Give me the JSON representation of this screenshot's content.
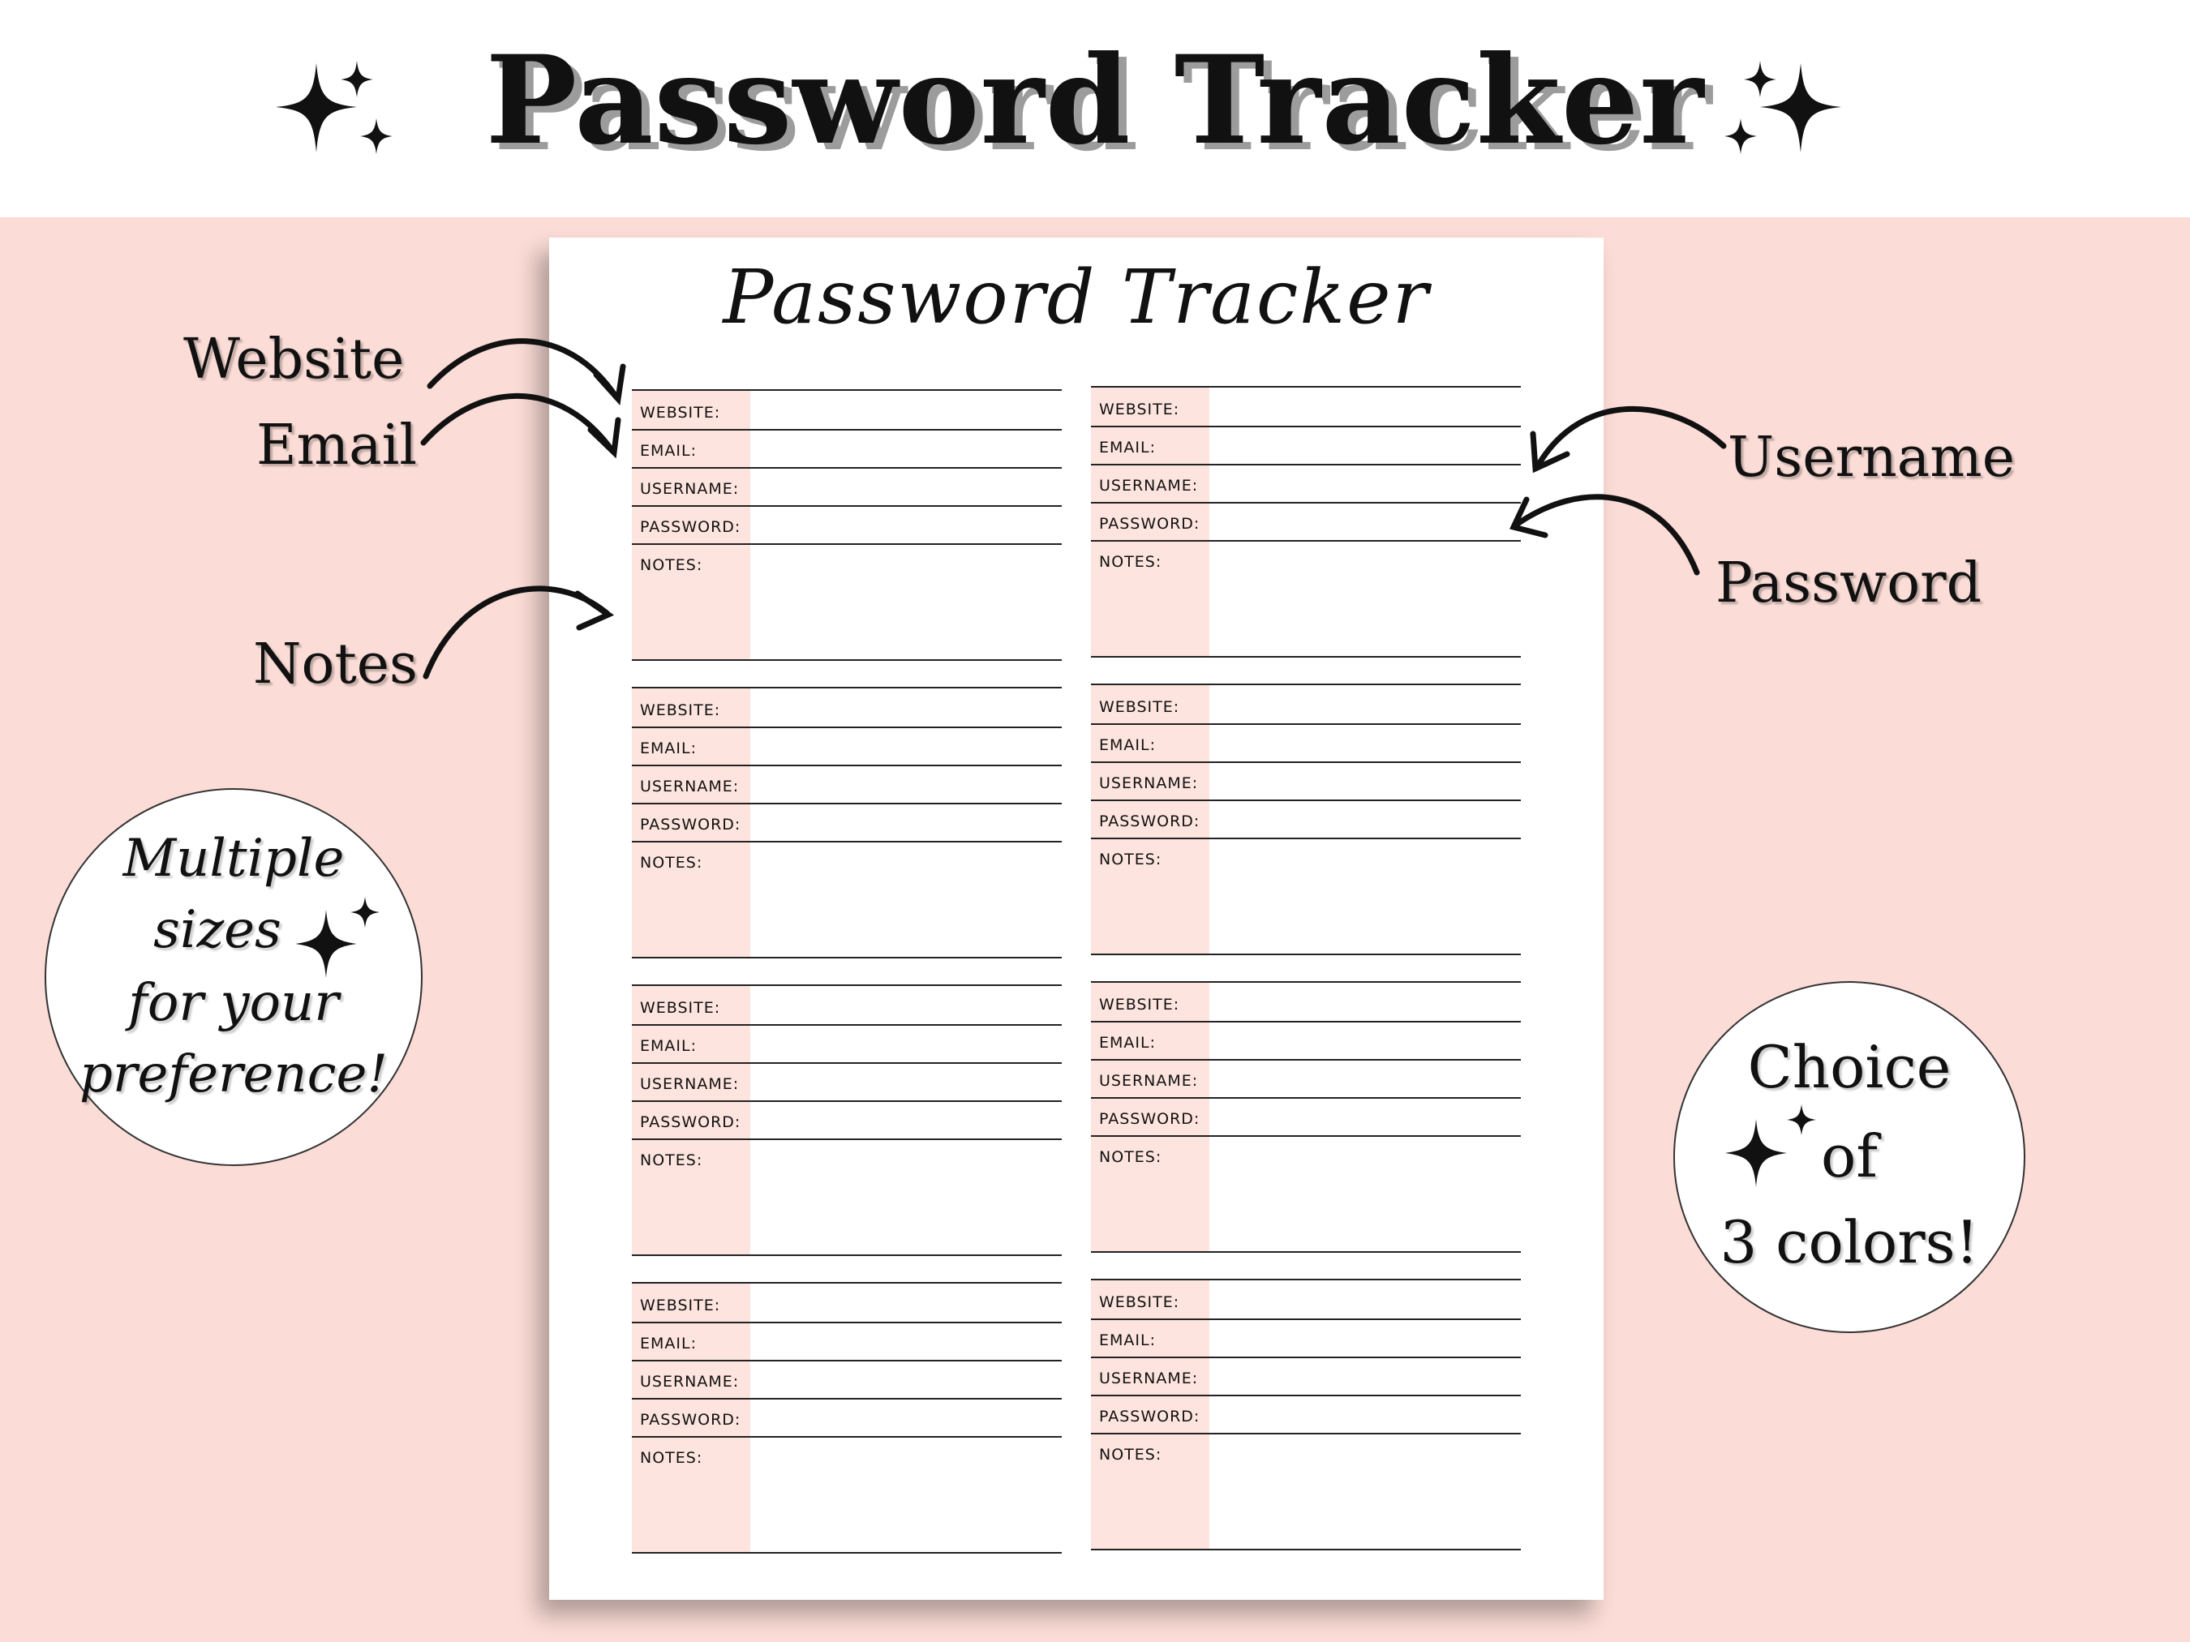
{
  "header": {
    "title": "Password Tracker"
  },
  "sheet": {
    "title": "Password Tracker",
    "field_labels": {
      "website": "WEBSITE:",
      "email": "EMAIL:",
      "username": "USERNAME:",
      "password": "PASSWORD:",
      "notes": "NOTES:"
    },
    "entry_count": 8
  },
  "callouts": {
    "website": "Website",
    "email": "Email",
    "notes": "Notes",
    "username": "Username",
    "password": "Password"
  },
  "badge_sizes": {
    "lines": [
      "Multiple",
      "sizes",
      "for your",
      "preference!"
    ]
  },
  "badge_colors": {
    "lines": [
      "Choice",
      "of",
      "3 colors!"
    ]
  },
  "colors": {
    "page_background": "#fbdcd6",
    "label_shading": "#fde4de",
    "ink": "#111111"
  },
  "icons": [
    "sparkle-icon",
    "arrow-icon"
  ]
}
